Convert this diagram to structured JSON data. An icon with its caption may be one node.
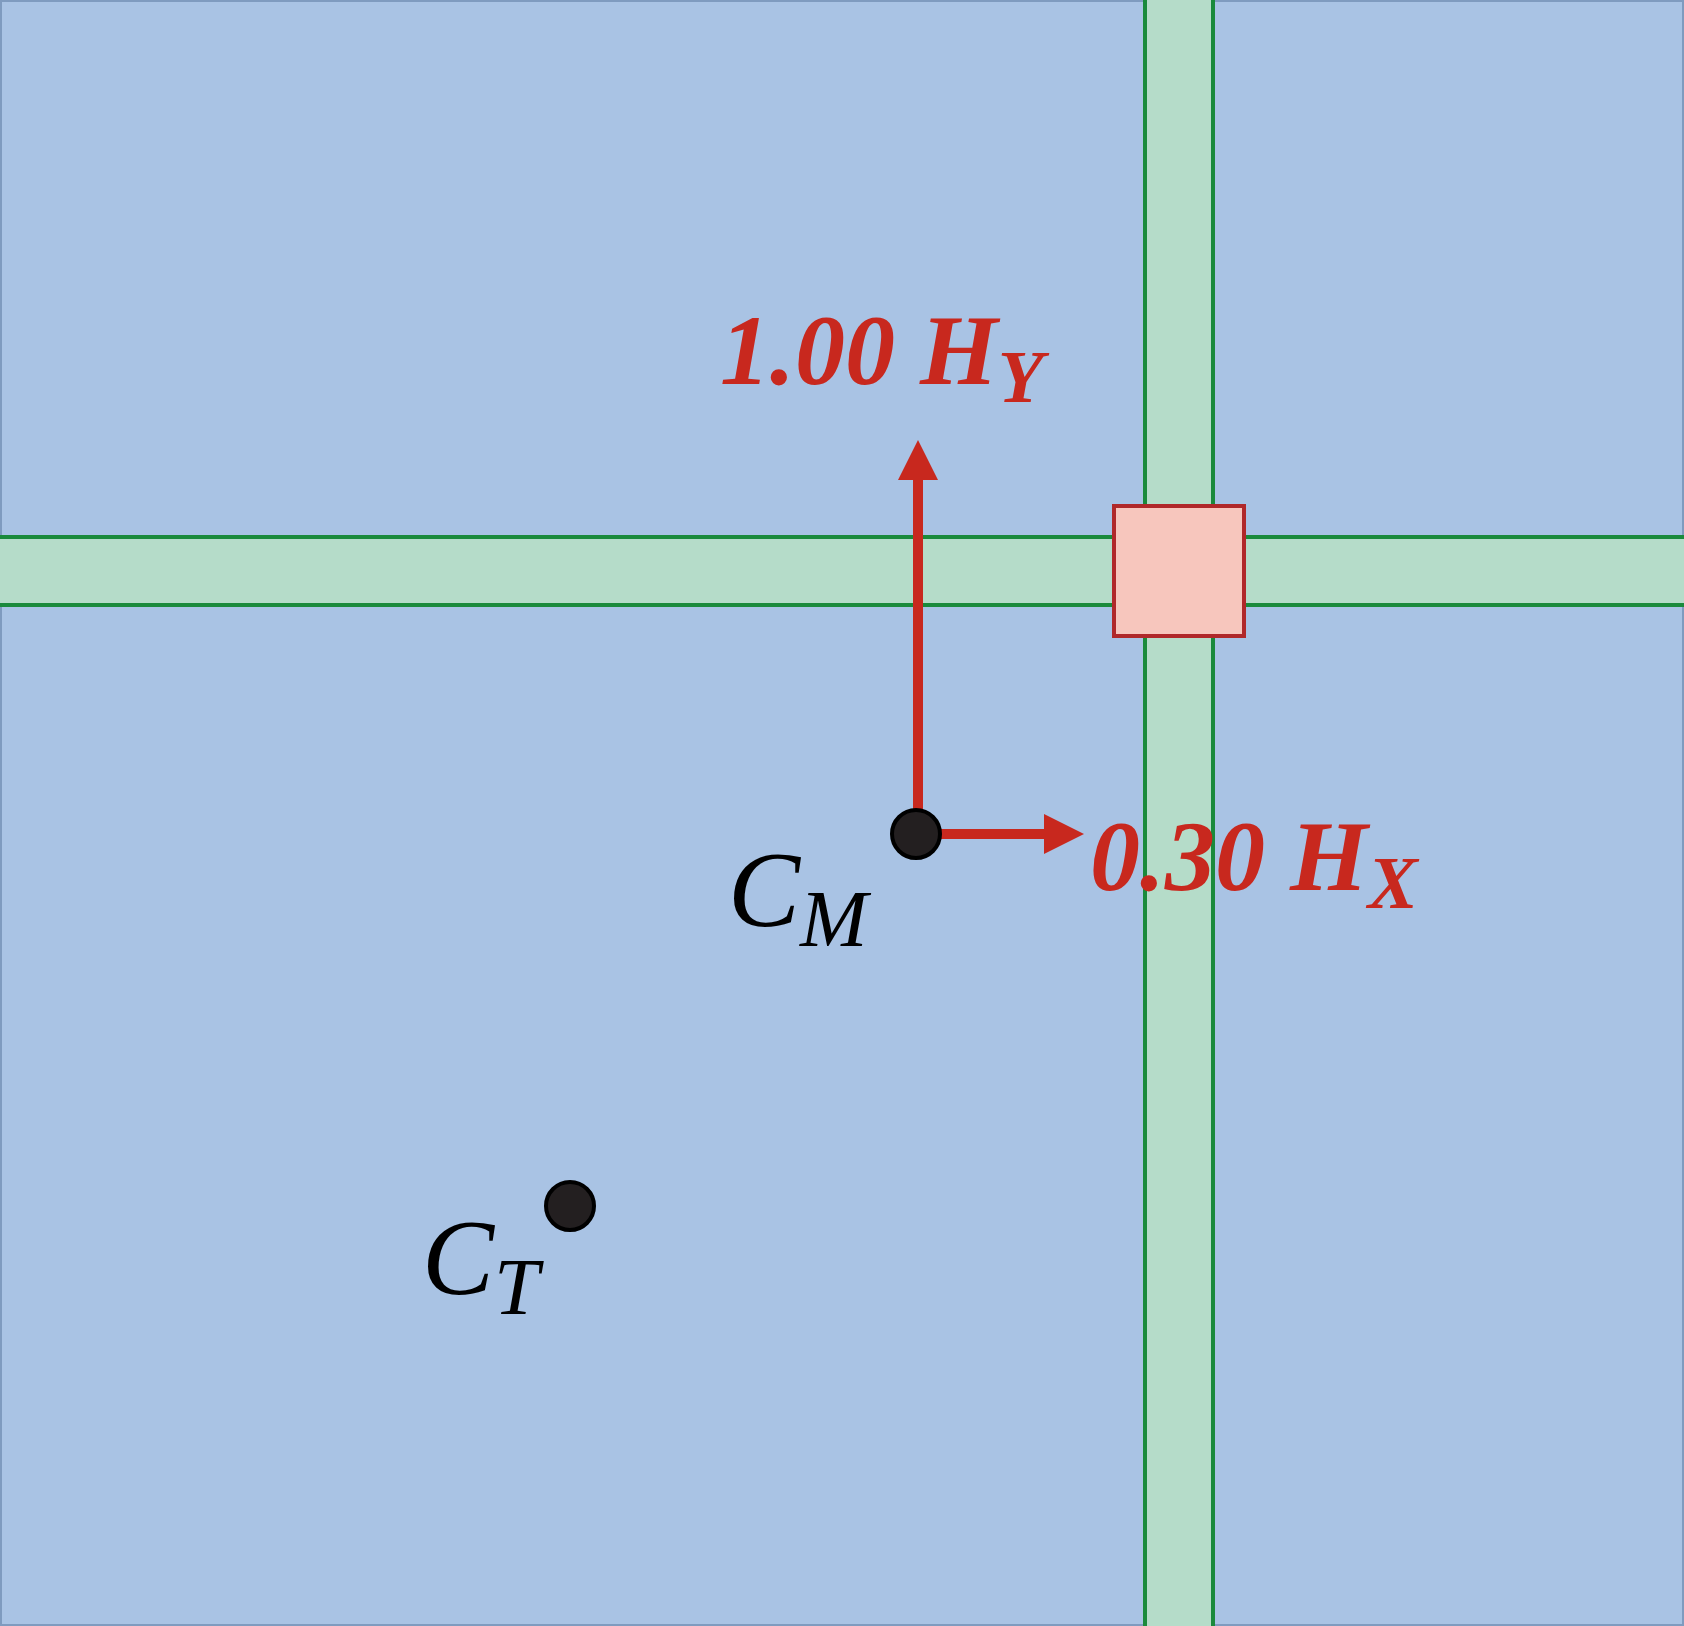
{
  "diagram": {
    "labels": [
      "1.00 H$_{Y}$",
      "C$_{M}$",
      "0.30 H$_{X}$",
      "C$_{T}$"
    ]
  }
}
